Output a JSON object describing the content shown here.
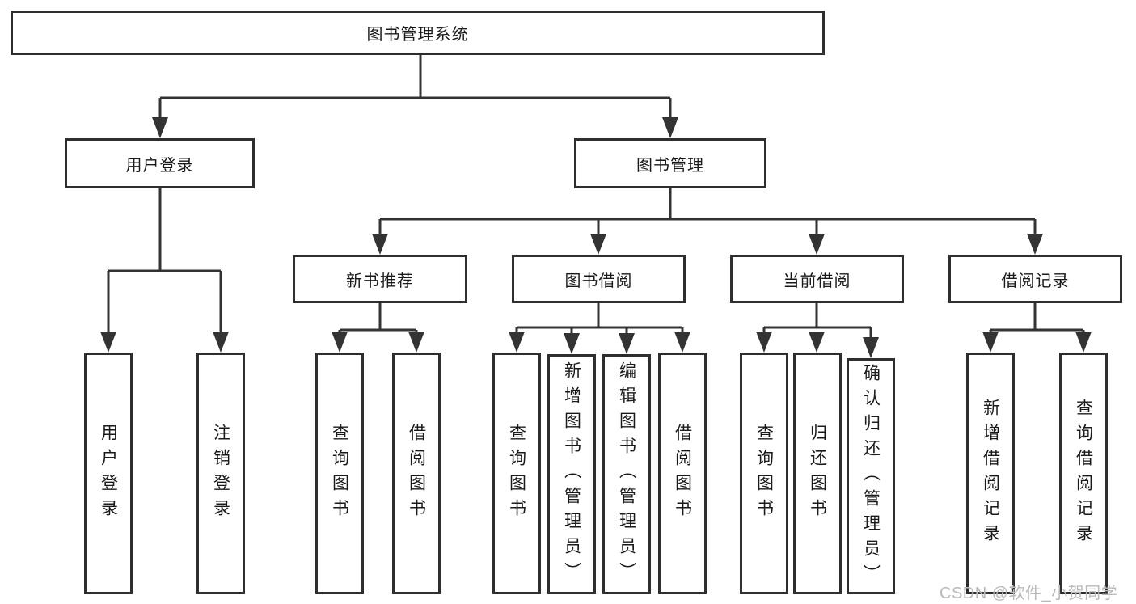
{
  "diagram": {
    "root": "图书管理系统",
    "user_login": {
      "label": "用户登录",
      "leaves": [
        "用户登录",
        "注销登录"
      ]
    },
    "book_management": {
      "label": "图书管理",
      "sections": [
        {
          "label": "新书推荐",
          "leaves": [
            "查询图书",
            "借阅图书"
          ]
        },
        {
          "label": "图书借阅",
          "leaves": [
            "查询图书",
            "新增图书（管理员）",
            "编辑图书（管理员）",
            "借阅图书"
          ]
        },
        {
          "label": "当前借阅",
          "leaves": [
            "查询图书",
            "归还图书",
            "确认归还（管理员）"
          ]
        },
        {
          "label": "借阅记录",
          "leaves": [
            "新增借阅记录",
            "查询借阅记录"
          ]
        }
      ]
    }
  },
  "watermark": "CSDN @软件_小贺同学",
  "colors": {
    "line": "#333333",
    "box_border": "#2e2e2e",
    "box_background": "#ffffff",
    "text": "#1a1a1a",
    "watermark_text": "#b9b9b9"
  }
}
